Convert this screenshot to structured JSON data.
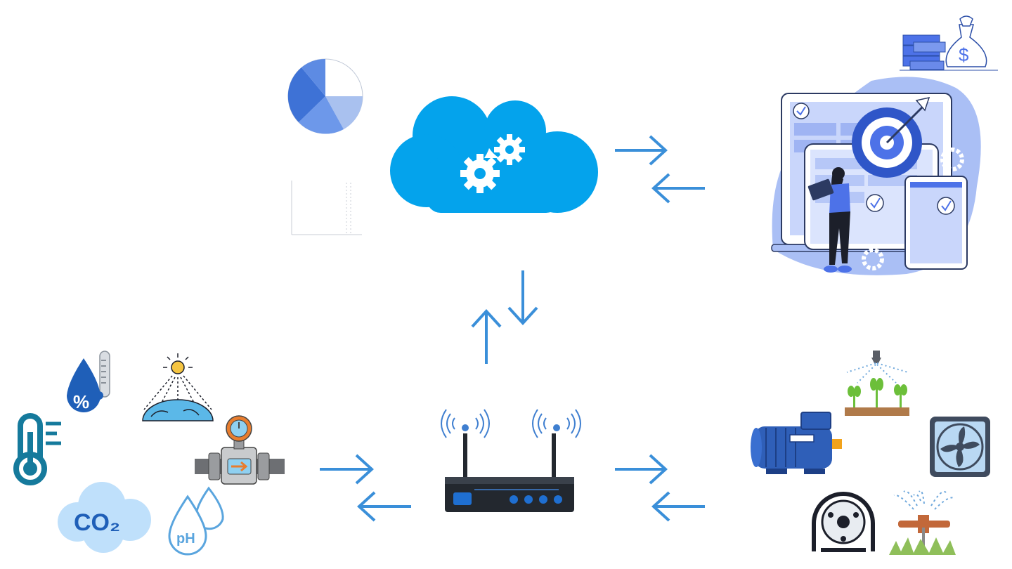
{
  "colors": {
    "arrow": "#3a8fd9",
    "cloud": "#04a3ec",
    "router_body": "#23282f",
    "router_led": "#1f6fd1",
    "sensor_blue": "#3f7fd0",
    "dashboard_bg": "#aabff5",
    "dashboard_accent": "#4d72e8"
  },
  "nodes": {
    "cloud": {
      "icon": "cloud-gears-icon"
    },
    "analytics": {
      "icons": [
        "pie-chart-icon",
        "line-chart-icon"
      ]
    },
    "dashboard": {
      "icons": [
        "monitoring-dashboard-icon",
        "money-bag-icon",
        "target-icon"
      ]
    },
    "router": {
      "icon": "wifi-router-icon"
    },
    "sensors": {
      "co2_label": "CO₂",
      "ph_label": "pH",
      "humidity_label": "%",
      "icons": [
        "humidity-thermometer-icon",
        "sunlight-earth-icon",
        "thermometer-icon",
        "flow-meter-icon",
        "co2-cloud-icon",
        "ph-drops-icon"
      ]
    },
    "actuators": {
      "icons": [
        "irrigation-spray-icon",
        "electric-motor-icon",
        "exhaust-fan-icon",
        "peristaltic-pump-icon",
        "sprinkler-icon"
      ]
    }
  },
  "connections": [
    {
      "from": "cloud",
      "to": "dashboard",
      "bidirectional": true
    },
    {
      "from": "router",
      "to": "cloud",
      "bidirectional": true
    },
    {
      "from": "sensors",
      "to": "router",
      "bidirectional": true
    },
    {
      "from": "router",
      "to": "actuators",
      "bidirectional": true
    }
  ]
}
